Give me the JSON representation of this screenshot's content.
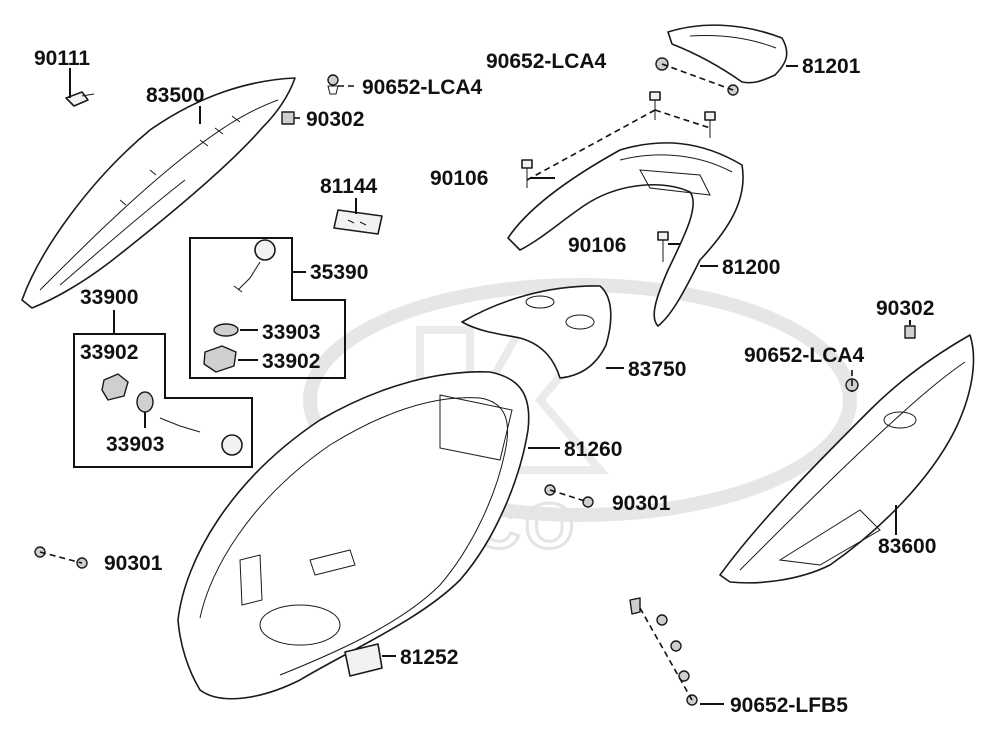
{
  "watermark": {
    "brand": "KYMCO"
  },
  "labels": {
    "p90111": "90111",
    "p83500": "83500",
    "p90652_lca4_top": "90652-LCA4",
    "p90302_top": "90302",
    "p90652_lca4_upper": "90652-LCA4",
    "p81201": "81201",
    "p90106_a": "90106",
    "p81144": "81144",
    "p90106_b": "90106",
    "p35390": "35390",
    "p81200": "81200",
    "p33900": "33900",
    "p33902_a": "33902",
    "p33903_a": "33903",
    "p33902_b": "33902",
    "p90302_right": "90302",
    "p90652_lca4_right": "90652-LCA4",
    "p83750": "83750",
    "p33903_b": "33903",
    "p81260": "81260",
    "p90301_right": "90301",
    "p83600": "83600",
    "p90301_left": "90301",
    "p81252": "81252",
    "p90652_lfb5": "90652-LFB5"
  }
}
